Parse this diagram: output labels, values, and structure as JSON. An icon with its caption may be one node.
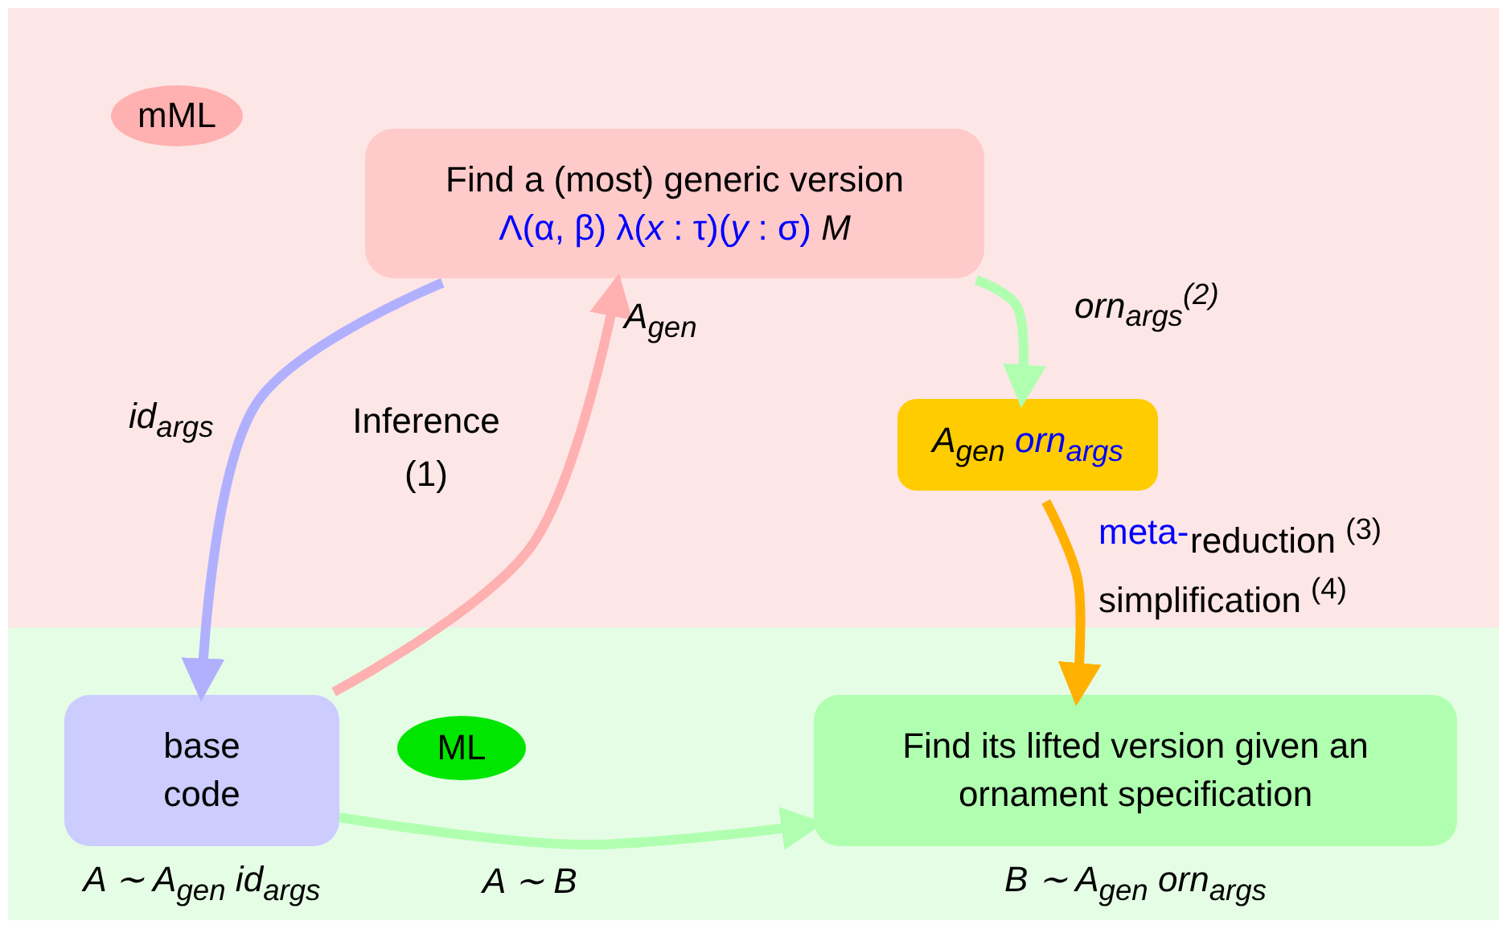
{
  "diagram": {
    "nodes": [
      {
        "text": [],
        "shape": "band"
      },
      {
        "text": [
          "mML"
        ],
        "in": 0
      },
      {
        "text": [
          "Find a (most) generic version",
          "Λ(α, β) λ(*x* : τ)(*y* : σ)",
          "M"
        ],
        "in": 0
      },
      {
        "text": [
          "A$_{gen}$",
          "orn$_{args}$"
        ],
        "in": 0
      },
      {
        "text": [],
        "shape": "band"
      },
      {
        "text": [
          "base code"
        ],
        "in": 4,
        "beside": [
          "A ∼ A$_{gen}$ id$_{args}$"
        ]
      },
      {
        "text": [
          "ML"
        ],
        "in": 4
      },
      {
        "text": [
          "Find its lifted version given an ornament specification"
        ],
        "in": 4,
        "beside": [
          "B ∼ A$_{gen}$ orn$_{args}$"
        ]
      }
    ],
    "edges": [
      {
        "from": 2,
        "to": 5,
        "arrow": "to",
        "label": "id$_{args}$",
        "color": "#b0b0ff"
      },
      {
        "from": 5,
        "to": 2,
        "arrow": "to",
        "label": "Inference (1)",
        "color": "#ffb0b0"
      },
      {
        "from": 2,
        "to": 3,
        "arrow": "to",
        "label": "orn$_{args}$$^{(2)}$",
        "color": "#b0ffb0"
      },
      {
        "from": 3,
        "to": 7,
        "arrow": "to",
        "color": "#ffb000"
      },
      {
        "from": 5,
        "to": 7,
        "arrow": "to",
        "label": "A ∼ B",
        "color": "#b0ffb0"
      }
    ],
    "labels": [
      "A$_{gen}$",
      "meta-",
      "reduction $^{(3)}$",
      "simplification $^{(4)}$"
    ]
  }
}
